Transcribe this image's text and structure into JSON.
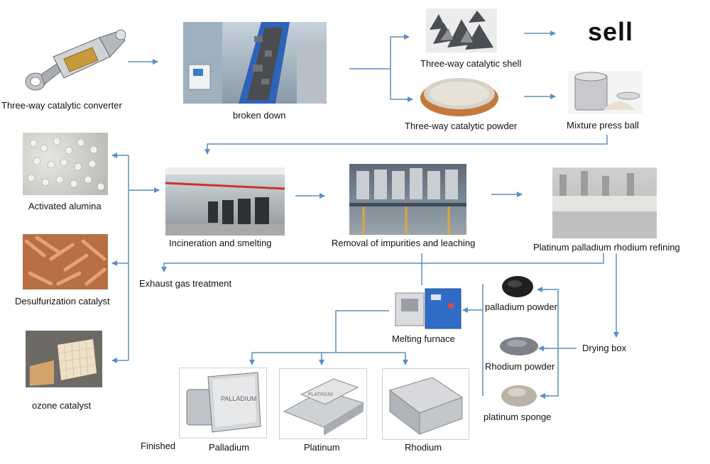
{
  "labels": {
    "converter": "Three-way catalytic converter",
    "broken": "broken down",
    "shell": "Three-way catalytic shell",
    "powder": "Three-way catalytic powder",
    "sell": "sell",
    "press_ball": "Mixture press ball",
    "alumina": "Activated alumina",
    "desulf": "Desulfurization catalyst",
    "ozone": "ozone catalyst",
    "incineration": "Incineration and smelting",
    "removal": "Removal of impurities and leaching",
    "refining": "Platinum palladium rhodium refining",
    "exhaust": "Exhaust gas treatment",
    "melting": "Melting furnace",
    "pd_powder": "palladium powder",
    "rh_powder": "Rhodium powder",
    "pt_sponge": "platinum sponge",
    "drying": "Drying box",
    "finished": "Finished",
    "palladium": "Palladium",
    "platinum": "Platinum",
    "rhodium": "Rhodium"
  },
  "ingots": {
    "palladium_text": "PALLADIUM",
    "platinum_text": "PLATINUM"
  },
  "colors": {
    "arrow": "#5b8fc4"
  }
}
